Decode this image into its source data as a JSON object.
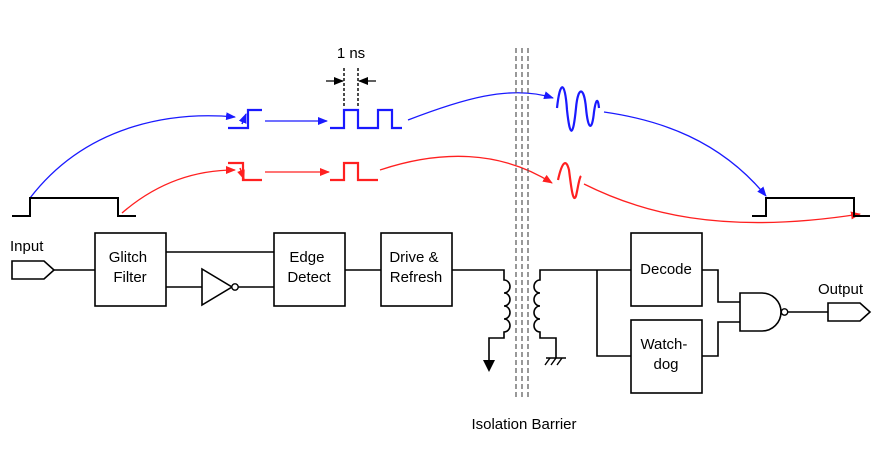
{
  "colors": {
    "positive_edge": "#1a1aff",
    "negative_edge": "#ff2020",
    "line": "#000000",
    "background": "#ffffff"
  },
  "labels": {
    "pulse_width": "1 ns",
    "input": "Input",
    "output": "Output",
    "isolation_barrier": "Isolation Barrier"
  },
  "blocks": {
    "glitch_filter": [
      "Glitch",
      "Filter"
    ],
    "edge_detect": [
      "Edge",
      "Detect"
    ],
    "drive_refresh": [
      "Drive &",
      "Refresh"
    ],
    "decode": [
      "Decode"
    ],
    "watchdog": [
      "Watch-",
      "dog"
    ]
  }
}
